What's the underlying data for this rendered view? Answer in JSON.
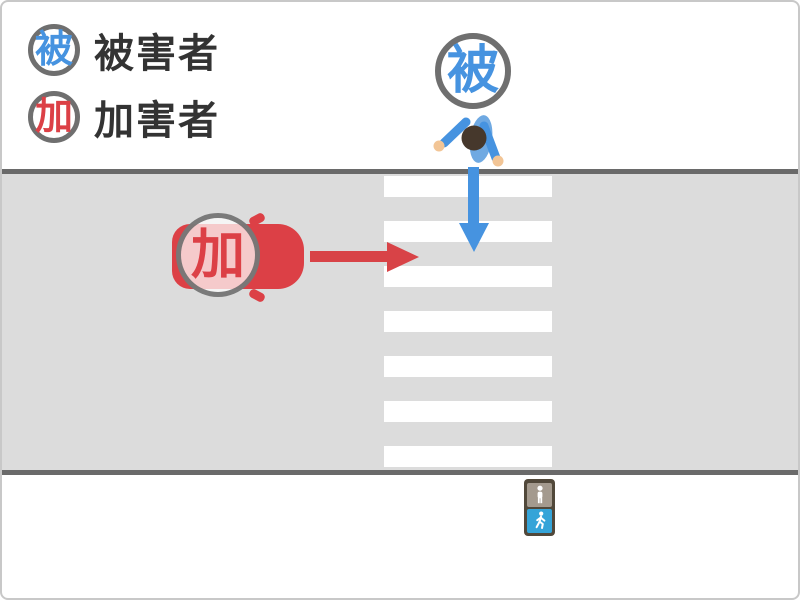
{
  "legend": {
    "items": [
      {
        "symbol": "被",
        "label": "被害者",
        "meaning": "victim"
      },
      {
        "symbol": "加",
        "label": "加害者",
        "meaning": "perpetrator"
      }
    ]
  },
  "scene": {
    "victim_badge": "被",
    "perpetrator_badge": "加",
    "crosswalk_stripes": 7
  },
  "signal": {
    "lamps": [
      {
        "icon": "standing-person-icon",
        "active": false
      },
      {
        "icon": "walking-person-icon",
        "active": true
      }
    ]
  },
  "colors": {
    "victim_blue": "#4693e0",
    "perpetrator_red": "#dc4046",
    "road_gray": "#dcdcdc",
    "road_edge_gray": "#6a6a6a",
    "badge_ring_gray": "#6f6f6f",
    "legend_text": "#333333",
    "signal_frame": "#51483a",
    "signal_off_gray": "#a49a8e",
    "signal_walk_blue": "#35a4d8"
  }
}
